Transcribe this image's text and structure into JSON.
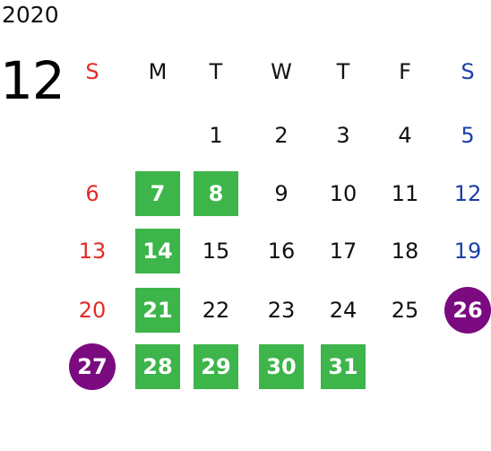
{
  "header": {
    "year": "2020",
    "month": "12"
  },
  "colors": {
    "sunday": "#e32a2a",
    "saturday": "#1a3fa8",
    "highlight_green": "#3db54a",
    "highlight_purple": "#7b0a80"
  },
  "weekdays": [
    "S",
    "M",
    "T",
    "W",
    "T",
    "F",
    "S"
  ],
  "weeks": [
    [
      "",
      "",
      "1",
      "2",
      "3",
      "4",
      "5"
    ],
    [
      "6",
      "7",
      "8",
      "9",
      "10",
      "11",
      "12"
    ],
    [
      "13",
      "14",
      "15",
      "16",
      "17",
      "18",
      "19"
    ],
    [
      "20",
      "21",
      "22",
      "23",
      "24",
      "25",
      "26"
    ],
    [
      "27",
      "28",
      "29",
      "30",
      "31",
      "",
      ""
    ]
  ],
  "highlights": {
    "green": [
      "7",
      "8",
      "14",
      "21",
      "28",
      "29",
      "30",
      "31"
    ],
    "purple": [
      "26",
      "27"
    ]
  }
}
